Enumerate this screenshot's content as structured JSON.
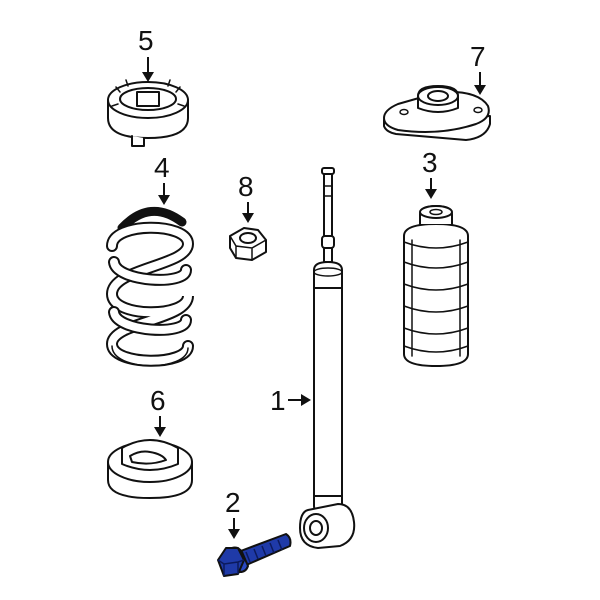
{
  "callouts": {
    "shock_absorber": "1",
    "bolt": "2",
    "bump_stop_boot": "3",
    "coil_spring": "4",
    "upper_spring_seat": "5",
    "lower_spring_insulator": "6",
    "upper_mount": "7",
    "nut": "8"
  },
  "colors": {
    "line": "#111111",
    "highlight": "#1f3aa8"
  },
  "highlighted_part": "bolt"
}
